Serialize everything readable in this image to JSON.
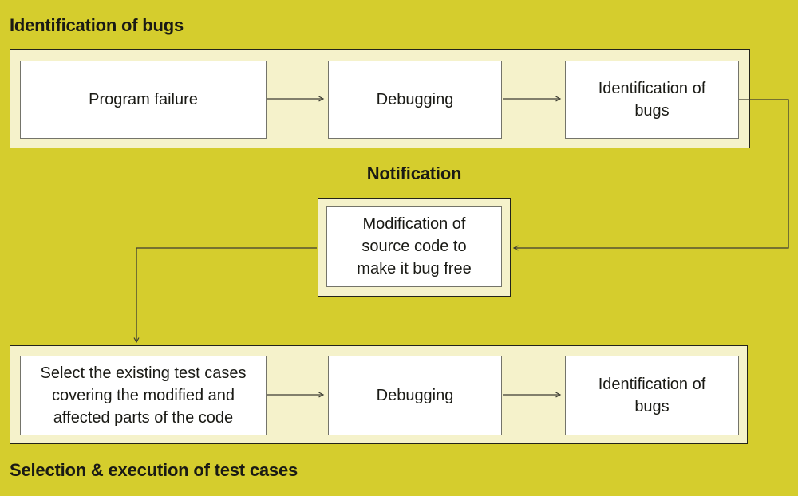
{
  "colors": {
    "background": "#d5cd2d",
    "panel_fill": "#f5f2cb",
    "panel_border": "#23231b",
    "box_fill": "#ffffff",
    "box_border": "#74746a",
    "arrow": "#3d3d33",
    "text": "#1a1a15"
  },
  "headings": {
    "top": "Identification of bugs",
    "middle": "Notification",
    "bottom": "Selection & execution of test cases"
  },
  "top_row": {
    "boxes": [
      {
        "label": "Program failure"
      },
      {
        "label": "Debugging"
      },
      {
        "label": "Identification of\nbugs"
      }
    ]
  },
  "middle": {
    "box": {
      "label": "Modification of\nsource code to\nmake it bug free"
    }
  },
  "bottom_row": {
    "boxes": [
      {
        "label": "Select the existing test cases\ncovering the modified and\naffected parts of the code"
      },
      {
        "label": "Debugging"
      },
      {
        "label": "Identification of\nbugs"
      }
    ]
  },
  "connections": [
    {
      "from": "Program failure",
      "to": "Debugging"
    },
    {
      "from": "Debugging",
      "to": "Identification of bugs"
    },
    {
      "from": "Identification of bugs",
      "to": "Modification of source code to make it bug free"
    },
    {
      "from": "Modification of source code to make it bug free",
      "to": "Select the existing test cases covering the modified and affected parts of the code"
    },
    {
      "from": "Select the existing test cases covering the modified and affected parts of the code",
      "to": "Debugging"
    },
    {
      "from": "Debugging",
      "to": "Identification of bugs"
    }
  ]
}
